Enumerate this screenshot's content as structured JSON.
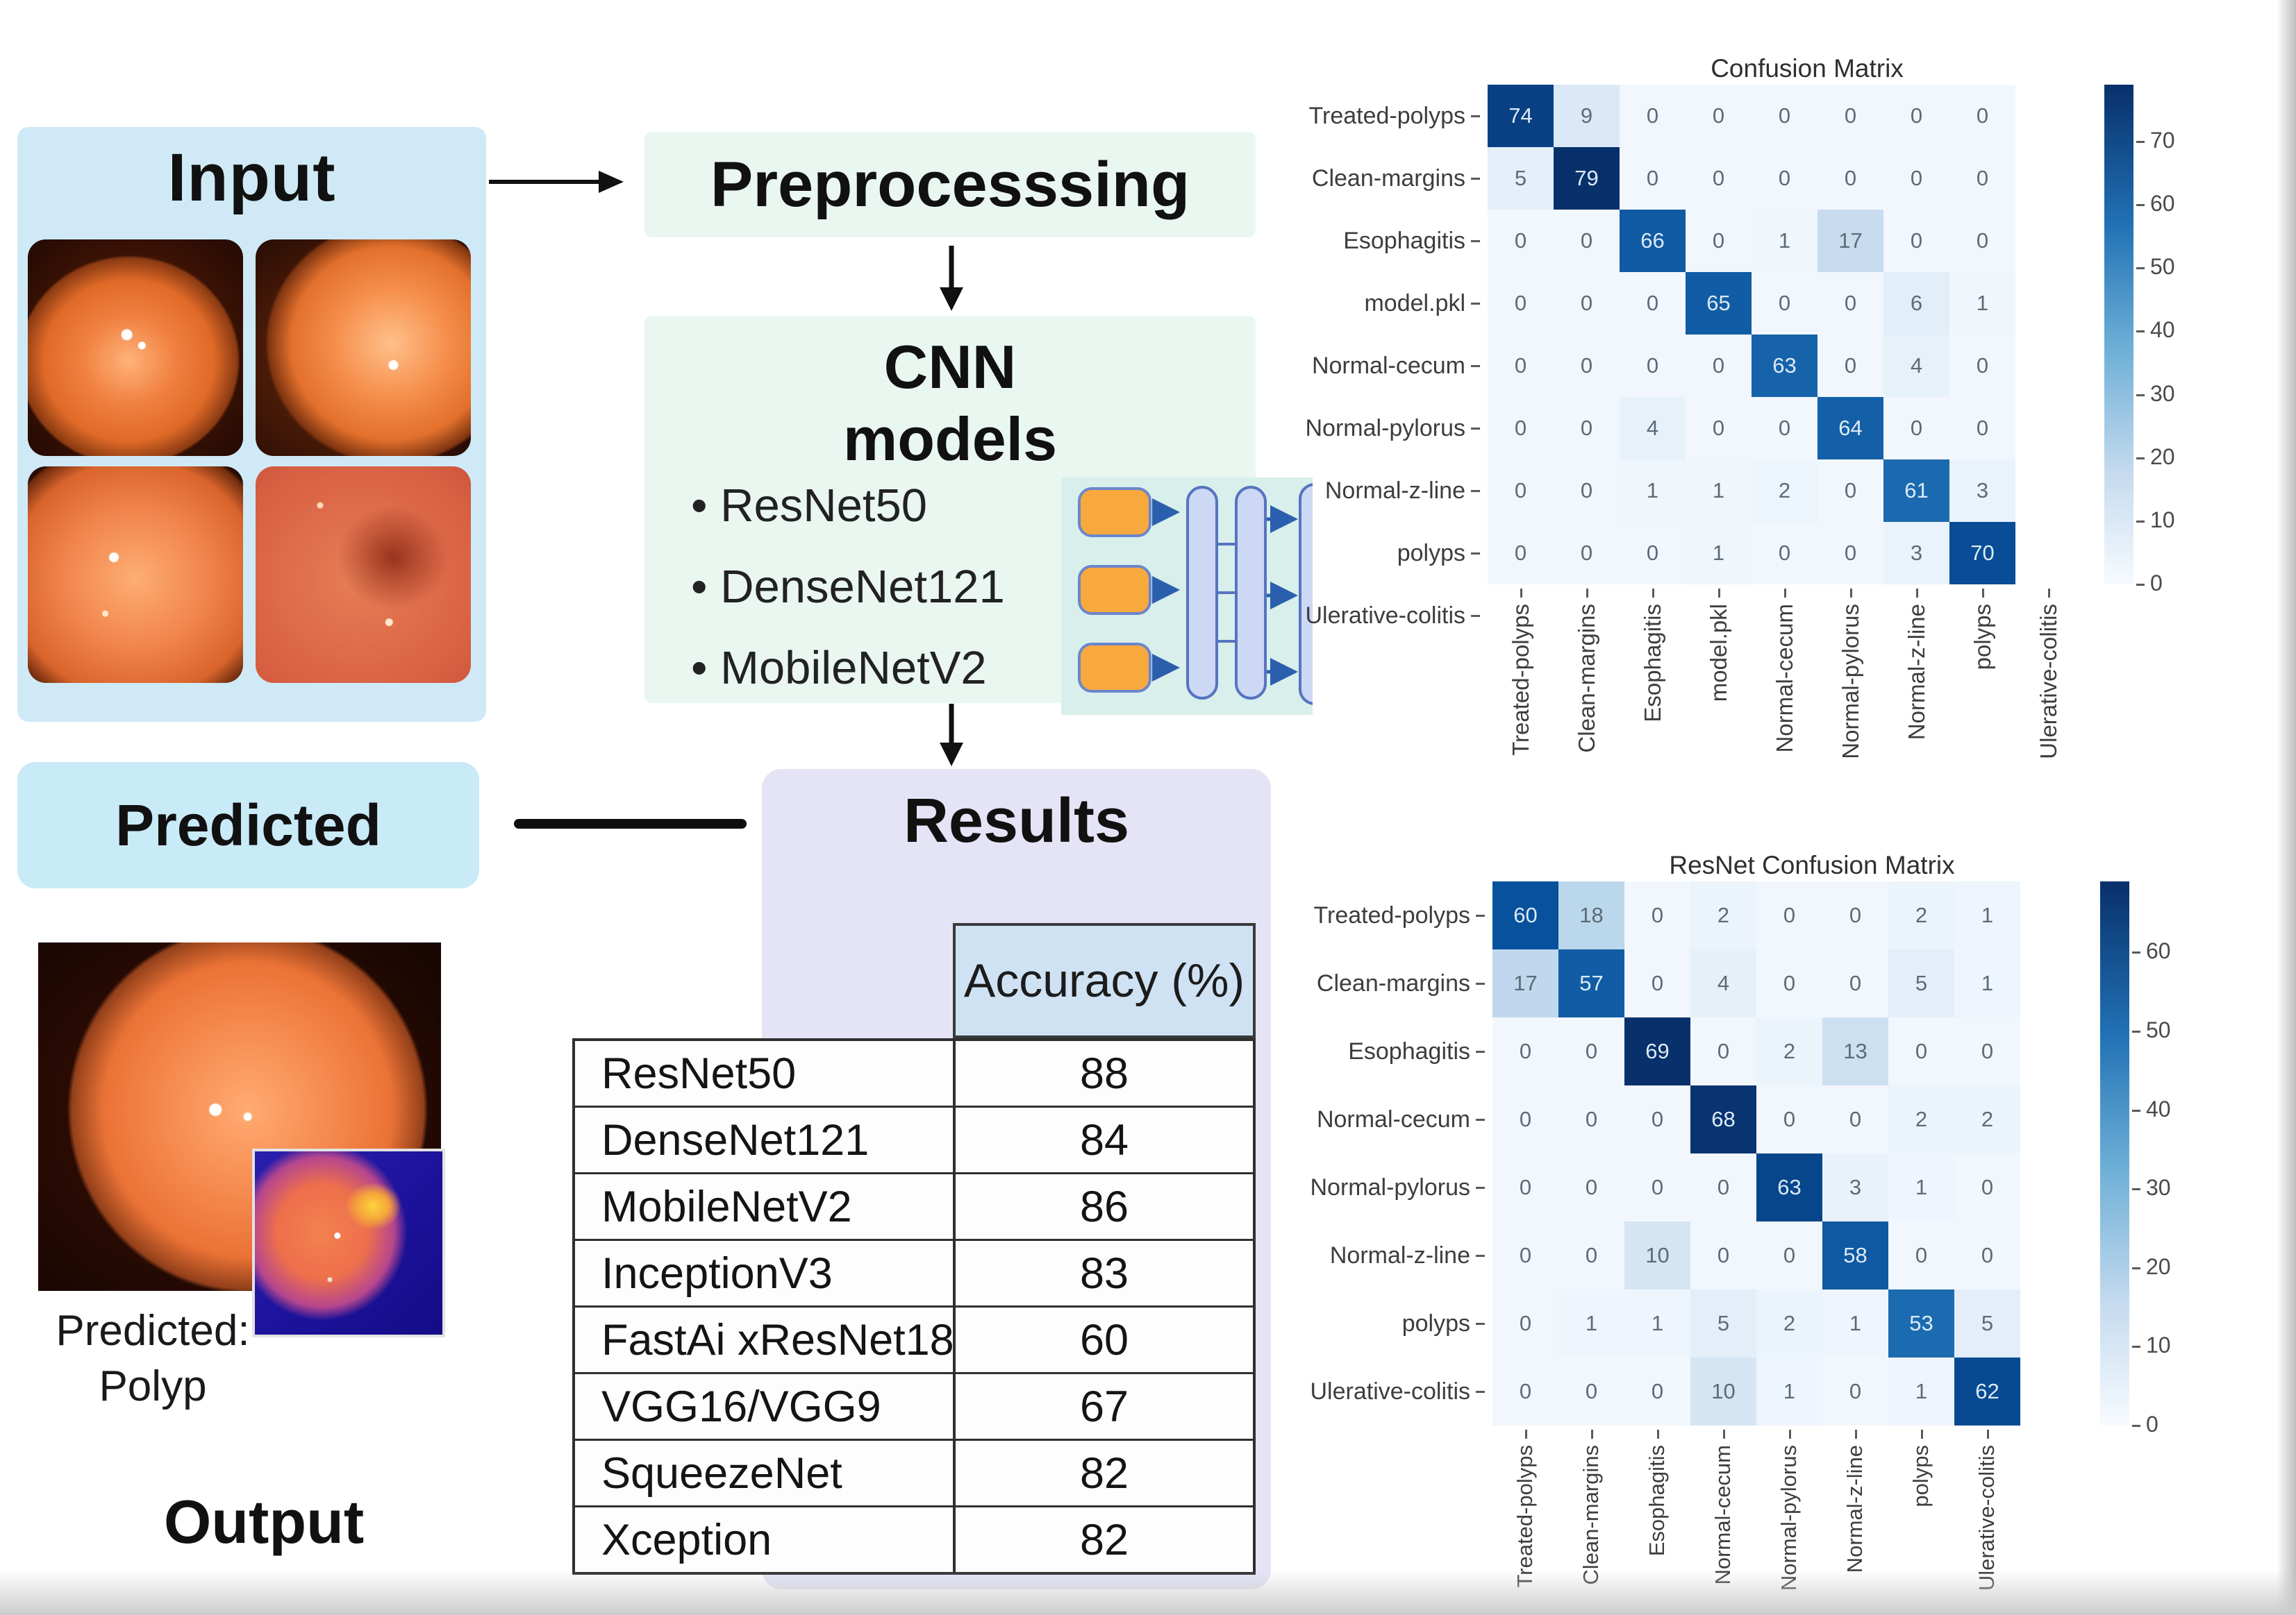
{
  "flow": {
    "input_title": "Input",
    "preprocessing_label": "Preprocesssing",
    "cnn_title_line1": "CNN",
    "cnn_title_line2": "models",
    "cnn_models": [
      "ResNet50",
      "DenseNet121",
      "MobileNetV2"
    ],
    "results_title": "Results",
    "predicted_label": "Predicted",
    "predicted_caption_line1": "Predicted:",
    "predicted_caption_line2": "Polyp",
    "output_label": "Output"
  },
  "accuracy_table": {
    "header": "Accuracy (%)",
    "rows": [
      {
        "model": "ResNet50",
        "accuracy": 88
      },
      {
        "model": "DenseNet121",
        "accuracy": 84
      },
      {
        "model": "MobileNetV2",
        "accuracy": 86
      },
      {
        "model": "InceptionV3",
        "accuracy": 83
      },
      {
        "model": "FastAi xResNet18",
        "accuracy": 60
      },
      {
        "model": "VGG16/VGG9",
        "accuracy": 67
      },
      {
        "model": "SqueezeNet",
        "accuracy": 82
      },
      {
        "model": "Xception",
        "accuracy": 82
      }
    ]
  },
  "chart_data": [
    {
      "type": "heatmap",
      "title": "Confusion Matrix",
      "row_labels": [
        "Treated-polyps",
        "Clean-margins",
        "Esophagitis",
        "model.pkl",
        "Normal-cecum",
        "Normal-pylorus",
        "Normal-z-line",
        "polyps",
        "Ulerative-colitis"
      ],
      "col_labels": [
        "Treated-polyps",
        "Clean-margins",
        "Esophagitis",
        "model.pkl",
        "Normal-cecum",
        "Normal-pylorus",
        "Normal-z-line",
        "polyps",
        "Ulerative-colitis"
      ],
      "values": [
        [
          74,
          9,
          0,
          0,
          0,
          0,
          0,
          0
        ],
        [
          5,
          79,
          0,
          0,
          0,
          0,
          0,
          0
        ],
        [
          0,
          0,
          66,
          0,
          1,
          17,
          0,
          0
        ],
        [
          0,
          0,
          0,
          65,
          0,
          0,
          6,
          1
        ],
        [
          0,
          0,
          0,
          0,
          63,
          0,
          4,
          0
        ],
        [
          0,
          0,
          4,
          0,
          0,
          64,
          0,
          0
        ],
        [
          0,
          0,
          1,
          1,
          2,
          0,
          61,
          3
        ],
        [
          0,
          0,
          0,
          1,
          0,
          0,
          3,
          70
        ]
      ],
      "vmax": 79,
      "colorbar_ticks": [
        70,
        60,
        50,
        40,
        30,
        20,
        10,
        0
      ],
      "legend_position": "right"
    },
    {
      "type": "heatmap",
      "title": "ResNet Confusion Matrix",
      "row_labels": [
        "Treated-polyps",
        "Clean-margins",
        "Esophagitis",
        "Normal-cecum",
        "Normal-pylorus",
        "Normal-z-line",
        "polyps",
        "Ulerative-colitis"
      ],
      "col_labels": [
        "Treated-polyps",
        "Clean-margins",
        "Esophagitis",
        "Normal-cecum",
        "Normal-pylorus",
        "Normal-z-line",
        "polyps",
        "Ulerative-colitis"
      ],
      "values": [
        [
          60,
          18,
          0,
          2,
          0,
          0,
          2,
          1
        ],
        [
          17,
          57,
          0,
          4,
          0,
          0,
          5,
          1
        ],
        [
          0,
          0,
          69,
          0,
          2,
          13,
          0,
          0
        ],
        [
          0,
          0,
          0,
          68,
          0,
          0,
          2,
          2
        ],
        [
          0,
          0,
          0,
          0,
          63,
          3,
          1,
          0
        ],
        [
          0,
          0,
          10,
          0,
          0,
          58,
          0,
          0
        ],
        [
          0,
          1,
          1,
          5,
          2,
          1,
          53,
          5
        ],
        [
          0,
          0,
          0,
          10,
          1,
          0,
          1,
          62
        ]
      ],
      "vmax": 69,
      "colorbar_ticks": [
        60,
        50,
        40,
        30,
        20,
        10,
        0
      ],
      "legend_position": "right"
    }
  ],
  "colors": {
    "input_panel": "#cfeaf6",
    "process_box": "#e9f7f0",
    "nn_block": "#d8efeb",
    "results_box": "#e4e4f6",
    "predicted_box": "#c9eaf7",
    "table_header_blue": "#cfe2f3",
    "node_orange": "#f8a93e",
    "heat_low": "#f7fbff",
    "heat_high": "#08306b"
  }
}
